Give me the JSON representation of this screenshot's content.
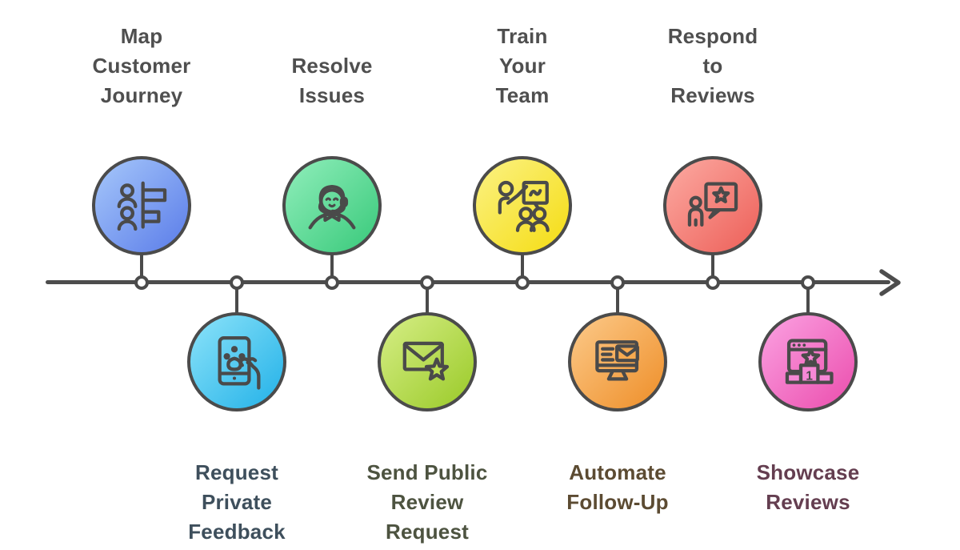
{
  "diagram": {
    "type": "timeline-process",
    "background_color": "#ffffff",
    "axis": {
      "color": "#4d4d4d",
      "style": "horizontal-right-arrow",
      "node_dot": "white-ring"
    },
    "icon_stroke_color": "#4a4a4a"
  },
  "nodes": [
    {
      "label": "Map\nCustomer\nJourney",
      "side": "top",
      "icon": "journey-map-icon",
      "circle_gradient": [
        "#a6c7fa",
        "#5a7ce9"
      ],
      "label_color": "#4f4f4f"
    },
    {
      "label": "Request\nPrivate\nFeedback",
      "side": "bottom",
      "icon": "tablet-feedback-icon",
      "circle_gradient": [
        "#8ce3f9",
        "#22b1e8"
      ],
      "label_color": "#3e4f5c"
    },
    {
      "label": "Resolve\nIssues",
      "side": "top",
      "icon": "support-agent-icon",
      "circle_gradient": [
        "#90eebb",
        "#38c97a"
      ],
      "label_color": "#4f4f4f"
    },
    {
      "label": "Send Public\nReview\nRequest",
      "side": "bottom",
      "icon": "envelope-star-icon",
      "circle_gradient": [
        "#d6ee86",
        "#9aca28"
      ],
      "label_color": "#4d5340"
    },
    {
      "label": "Train\nYour\nTeam",
      "side": "top",
      "icon": "training-presentation-icon",
      "circle_gradient": [
        "#fbf284",
        "#f5dc12"
      ],
      "label_color": "#4f4f4f"
    },
    {
      "label": "Automate\nFollow-Up",
      "side": "bottom",
      "icon": "monitor-email-icon",
      "circle_gradient": [
        "#fcca8a",
        "#ee8e28"
      ],
      "label_color": "#5c4b32"
    },
    {
      "label": "Respond\nto\nReviews",
      "side": "top",
      "icon": "person-review-bubble-icon",
      "circle_gradient": [
        "#fcaaa2",
        "#ed5f58"
      ],
      "label_color": "#4f4f4f"
    },
    {
      "label": "Showcase\nReviews",
      "side": "bottom",
      "icon": "browser-podium-star-icon",
      "circle_gradient": [
        "#fba2e2",
        "#eb4dad"
      ],
      "label_color": "#643e50"
    },
    {
      "podium_rank_text": "1"
    }
  ]
}
